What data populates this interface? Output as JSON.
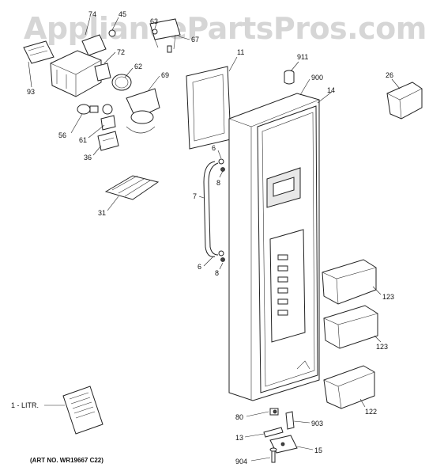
{
  "watermark": "AppliancePartsPros.com",
  "art_number": "(ART NO. WR19667 C22)",
  "callouts": {
    "p74": "74",
    "p45": "45",
    "p63": "63",
    "p67": "67",
    "p93": "93",
    "p72": "72",
    "p62": "62",
    "p69": "69",
    "p56": "56",
    "p61": "61",
    "p36": "36",
    "p11": "11",
    "p911": "911",
    "p900": "900",
    "p14": "14",
    "p26": "26",
    "p6a": "6",
    "p8a": "8",
    "p7": "7",
    "p31": "31",
    "p6b": "6",
    "p8b": "8",
    "p123a": "123",
    "p123b": "123",
    "p122": "122",
    "p1": "1 - LITR.",
    "p80": "80",
    "p903": "903",
    "p13": "13",
    "p15": "15",
    "p904": "904"
  }
}
